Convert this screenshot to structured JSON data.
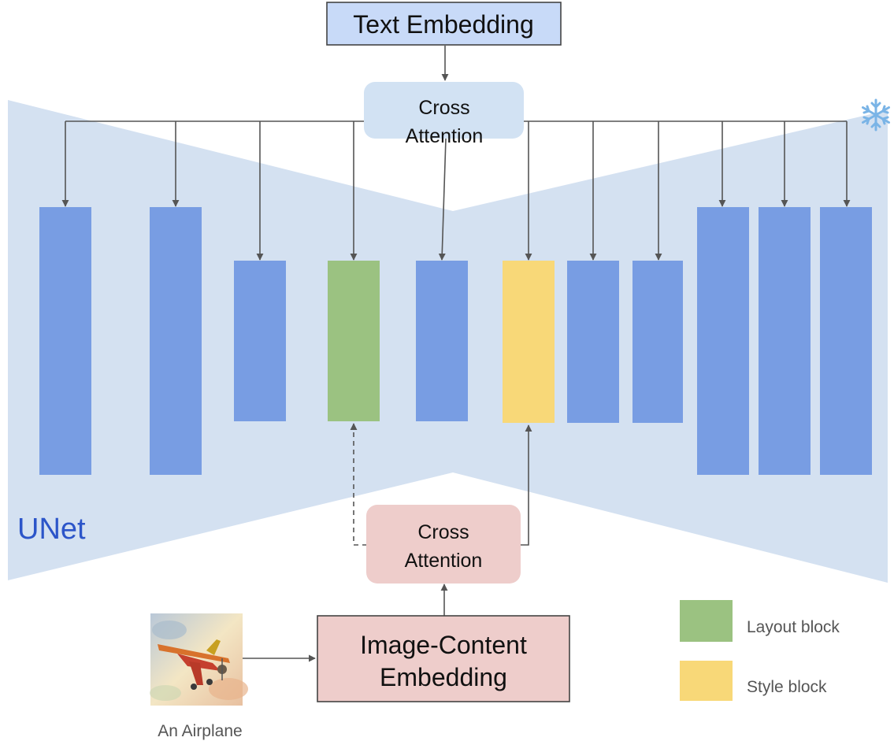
{
  "text_embedding": {
    "label": "Text Embedding"
  },
  "cross_attention_top": {
    "line1": "Cross",
    "line2": "Attention"
  },
  "cross_attention_bottom": {
    "line1": "Cross",
    "line2": "Attention"
  },
  "unet_label": "UNet",
  "frozen_icon": "snowflake-icon",
  "image_content_embedding": {
    "line1": "Image-Content",
    "line2": "Embedding"
  },
  "input_image": {
    "caption": "An Airplane",
    "icon": "airplane-watercolor-image"
  },
  "legend": [
    {
      "label": "Layout block",
      "color": "#9bc281"
    },
    {
      "label": "Style block",
      "color": "#f8d878"
    }
  ],
  "blocks": [
    {
      "kind": "unet"
    },
    {
      "kind": "unet"
    },
    {
      "kind": "unet"
    },
    {
      "kind": "layout"
    },
    {
      "kind": "unet"
    },
    {
      "kind": "style"
    },
    {
      "kind": "unet"
    },
    {
      "kind": "unet"
    },
    {
      "kind": "unet"
    },
    {
      "kind": "unet"
    },
    {
      "kind": "unet"
    }
  ],
  "colors": {
    "unet_block": "#789de3",
    "unet_background": "#d4e1f1",
    "text_embedding_fill": "#c8daf8",
    "cross_attention_top_fill": "#d2e2f3",
    "pink_fill": "#eecdcb",
    "unet_label": "#2c55c9",
    "arrow": "#555555"
  }
}
